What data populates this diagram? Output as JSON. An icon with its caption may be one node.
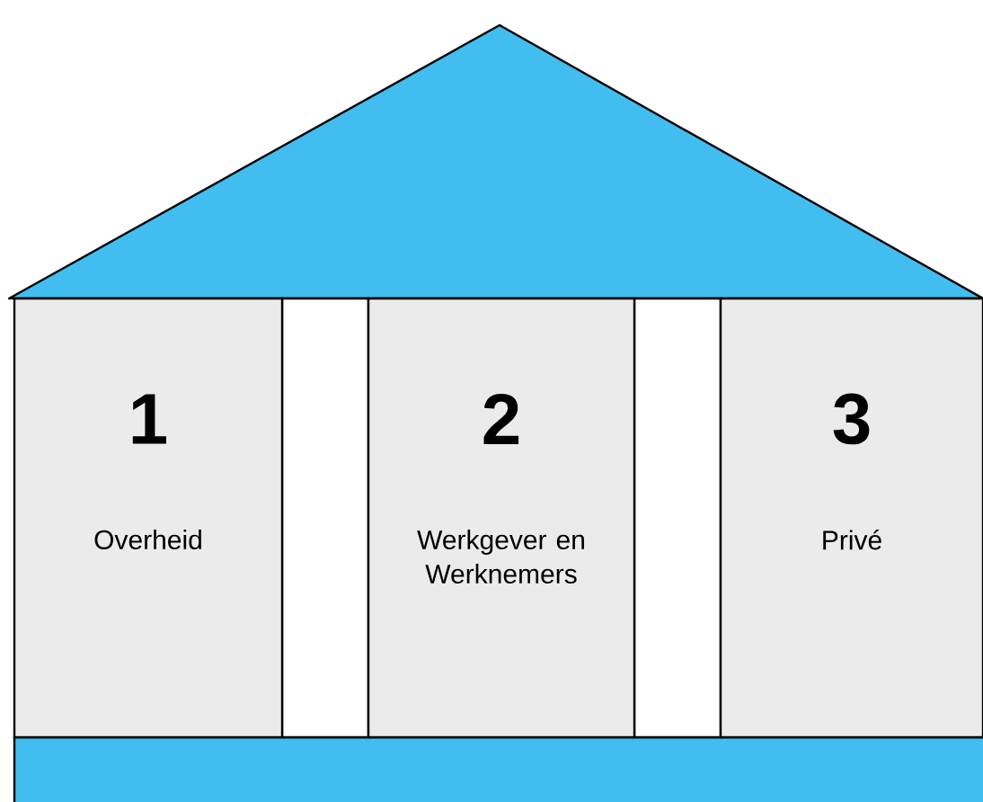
{
  "diagram": {
    "nodes": [
      {
        "text": [
          "1",
          "Overheid"
        ]
      },
      {
        "text": [
          "2",
          "Werkgever en Werknemers"
        ]
      },
      {
        "text": [
          "3",
          "Privé"
        ]
      }
    ]
  }
}
